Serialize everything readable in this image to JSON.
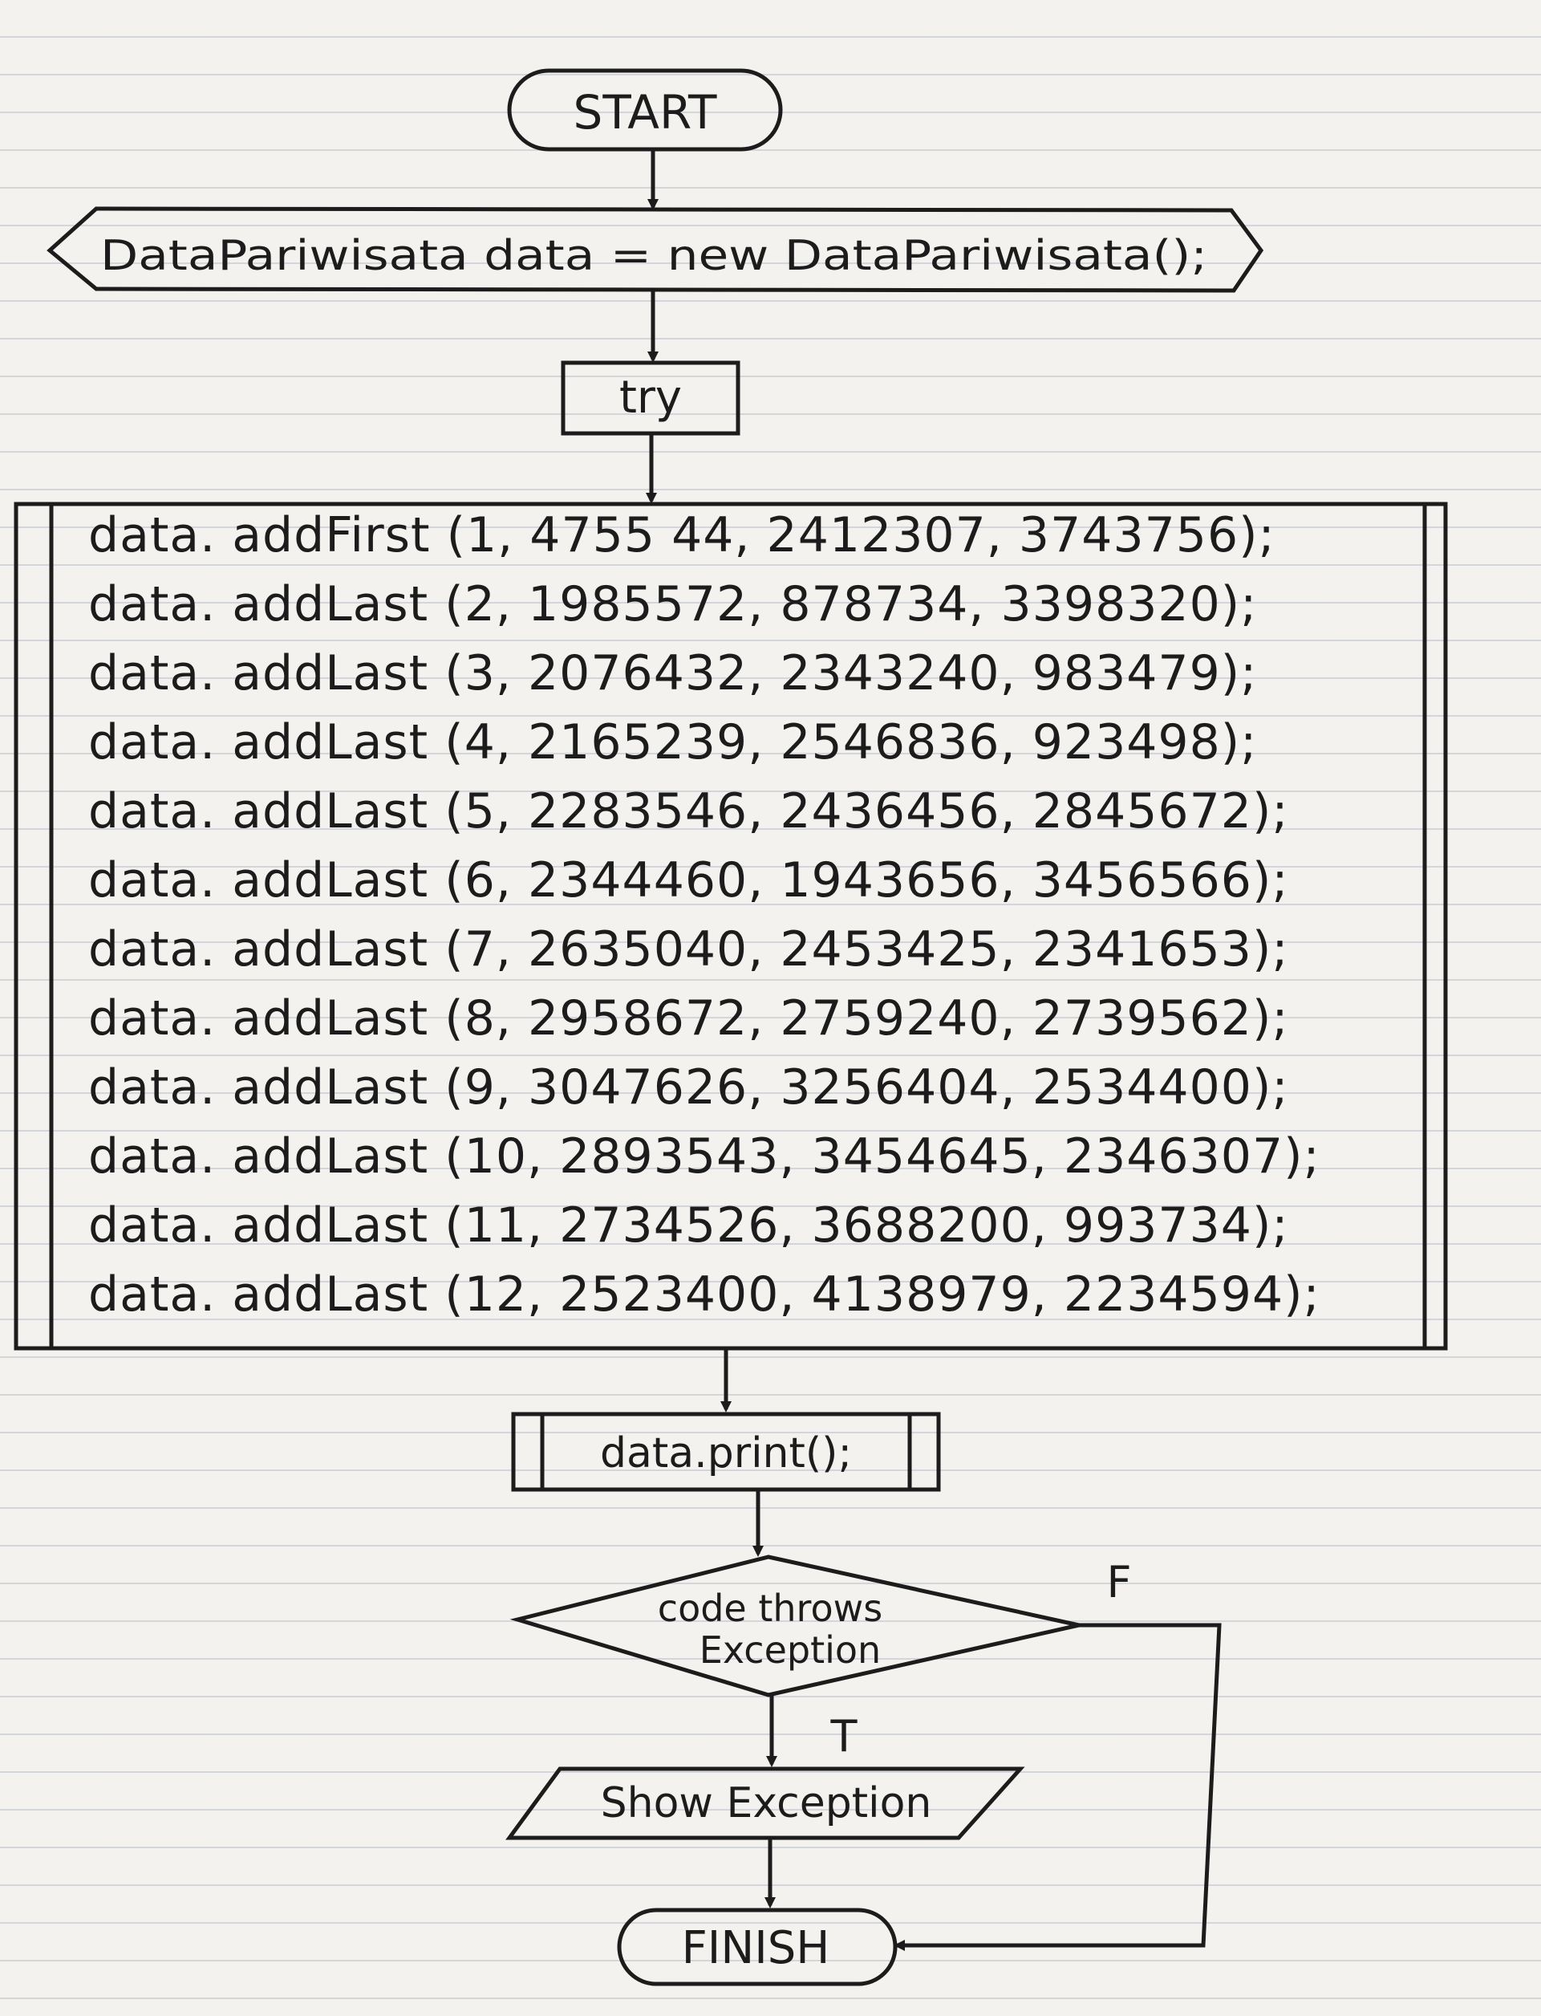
{
  "nodes": {
    "start": "START",
    "declaration": "DataPariwisata data = new DataPariwisata();",
    "try": "try",
    "print": "data.print();",
    "decision": [
      "code throws",
      "Exception"
    ],
    "show": "Show Exception",
    "finish": "FINISH"
  },
  "labels": {
    "false": "F",
    "true": "T"
  },
  "code_lines": [
    "data. addFirst (1, 4755 44, 2412307, 3743756);",
    "data. addLast (2, 1985572, 878734, 3398320);",
    "data. addLast (3, 2076432, 2343240, 983479);",
    "data. addLast (4, 2165239, 2546836, 923498);",
    "data. addLast (5, 2283546, 2436456, 2845672);",
    "data. addLast (6, 2344460, 1943656, 3456566);",
    "data. addLast (7, 2635040, 2453425, 2341653);",
    "data. addLast (8, 2958672, 2759240, 2739562);",
    "data. addLast (9, 3047626, 3256404, 2534400);",
    "data. addLast (10, 2893543, 3454645, 2346307);",
    "data. addLast (11, 2734526, 3688200, 993734);",
    "data. addLast (12, 2523400, 4138979, 2234594);"
  ]
}
